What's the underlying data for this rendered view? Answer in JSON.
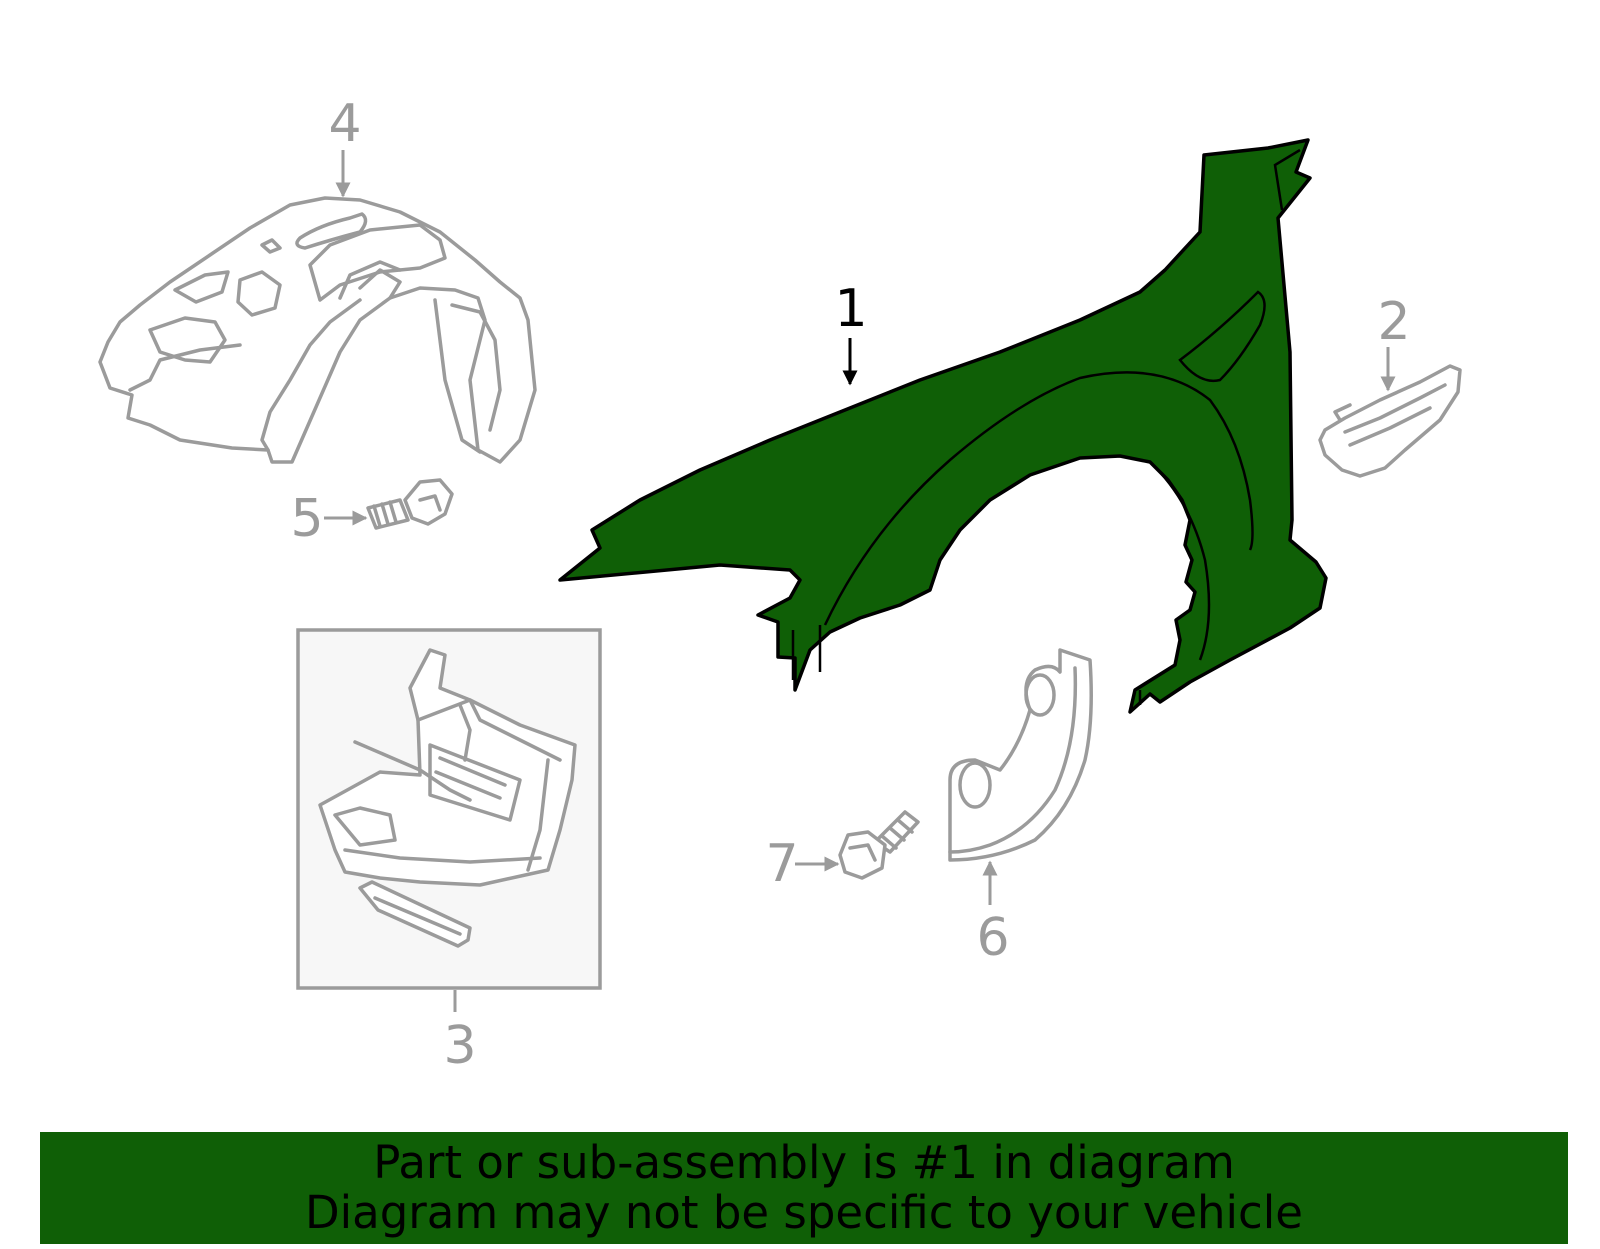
{
  "colors": {
    "highlight": "#0f5f06",
    "outline_gray": "#9b9b9b",
    "banner_text": "#000000",
    "box_fill": "#f7f7f7"
  },
  "callouts": [
    {
      "id": "1",
      "label": "1",
      "highlighted": true
    },
    {
      "id": "2",
      "label": "2",
      "highlighted": false
    },
    {
      "id": "3",
      "label": "3",
      "highlighted": false
    },
    {
      "id": "4",
      "label": "4",
      "highlighted": false
    },
    {
      "id": "5",
      "label": "5",
      "highlighted": false
    },
    {
      "id": "6",
      "label": "6",
      "highlighted": false
    },
    {
      "id": "7",
      "label": "7",
      "highlighted": false
    }
  ],
  "banner": {
    "line1": "Part or sub-assembly is #1 in diagram",
    "line2": "Diagram may not be specific to your vehicle"
  }
}
